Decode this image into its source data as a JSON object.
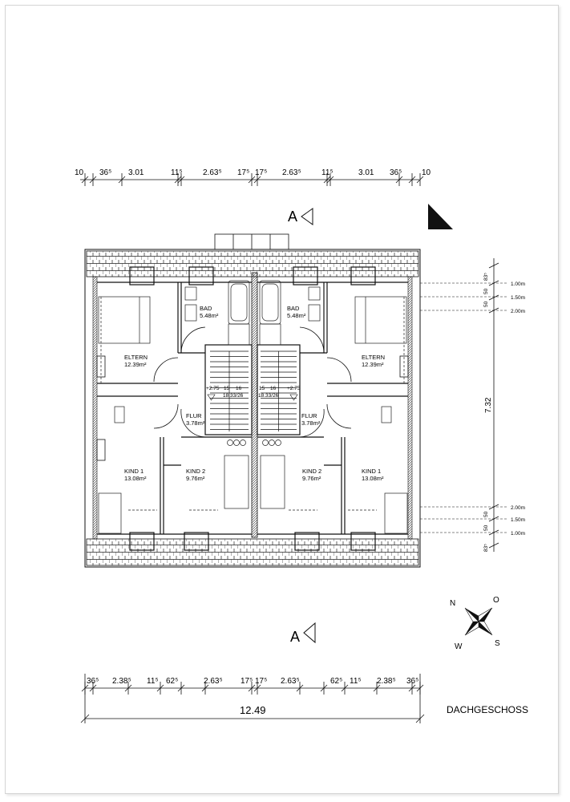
{
  "plan_title": "DACHGESCHOSS",
  "section_marker": "A",
  "top_dimensions": [
    "10",
    "36⁵",
    "3.01",
    "11⁵",
    "2.63⁵",
    "17⁵",
    "17⁵",
    "2.63⁵",
    "11⁵",
    "3.01",
    "36⁵",
    "10"
  ],
  "bottom_dimensions": [
    "36⁵",
    "2.38⁵",
    "11⁵",
    "62⁵",
    "2.63⁵",
    "17⁵",
    "17⁵",
    "2.63⁵",
    "62⁵",
    "11⁵",
    "2.38⁵",
    "36⁵"
  ],
  "total_width": "12.49",
  "right_dimensions": {
    "top_chain": [
      "50",
      "50",
      "83⁵"
    ],
    "middle": "7.32",
    "bottom_chain": [
      "50",
      "50"
    ],
    "bottom_extra": "83⁵",
    "height_labels_top": [
      "1.00m",
      "1.50m",
      "2.00m"
    ],
    "height_labels_bottom": [
      "2.00m",
      "1.50m",
      "1.00m"
    ]
  },
  "rooms": {
    "bad": {
      "name": "BAD",
      "area": "5.48m²"
    },
    "eltern": {
      "name": "ELTERN",
      "area": "12.39m²"
    },
    "flur": {
      "name": "FLUR",
      "area": "3.78m²"
    },
    "kind1": {
      "name": "KIND 1",
      "area": "13.08m²"
    },
    "kind2": {
      "name": "KIND 2",
      "area": "9.76m²"
    }
  },
  "stair": {
    "level": "+2.75",
    "steps_a": "15",
    "steps_b": "16",
    "ratio": "18.33/26"
  },
  "compass": {
    "n": "N",
    "o": "O",
    "s": "S",
    "w": "W"
  }
}
